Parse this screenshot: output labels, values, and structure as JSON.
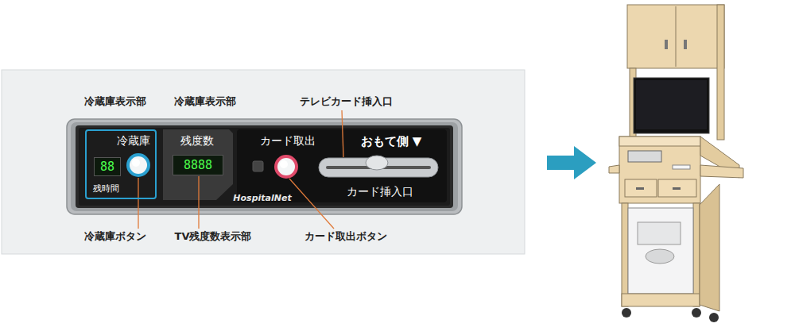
{
  "diagram": {
    "nodes": [
      {
        "text": [
          "HospitalNet"
        ]
      },
      {
        "text": [
          "冷蔵庫",
          "残時間"
        ],
        "in": 0
      },
      {
        "text": [
          "88"
        ],
        "in": 1
      },
      {
        "text": [
          "残度数"
        ],
        "in": 0
      },
      {
        "text": [
          "8888"
        ],
        "in": 3
      },
      {
        "text": [
          "カード取出",
          "おもて側 ▼",
          "カード挿入口"
        ],
        "in": 0
      }
    ],
    "labels": [
      "冷蔵庫表示部",
      "冷蔵庫表示部",
      "テレビカード挿入口",
      "冷蔵庫ボタン",
      "TV残度数表示部",
      "カード取出ボタン"
    ]
  }
}
